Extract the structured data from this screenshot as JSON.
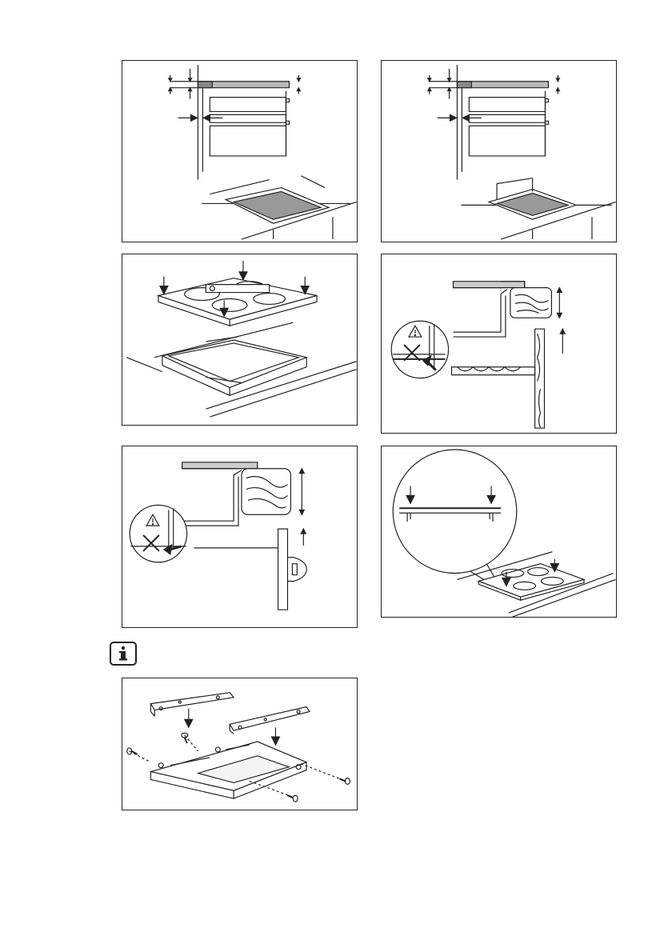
{
  "page": {
    "background": "#ffffff",
    "line_color": "#222222"
  },
  "figures": [
    {
      "id": "cutout-dimensions-a",
      "icon": "dimension-diagram"
    },
    {
      "id": "cutout-dimensions-b",
      "icon": "dimension-diagram"
    },
    {
      "id": "seal-and-press-hob",
      "icon": "down-arrow-icon"
    },
    {
      "id": "warning-gap-cabinet",
      "icon": "warning-triangle-icon"
    },
    {
      "id": "warning-gap-oven",
      "icon": "warning-triangle-icon"
    },
    {
      "id": "press-hob-detail",
      "icon": "magnifier-callout"
    },
    {
      "id": "mounting-brackets",
      "icon": "screw-icon"
    }
  ],
  "info": {
    "icon": "info-icon"
  }
}
